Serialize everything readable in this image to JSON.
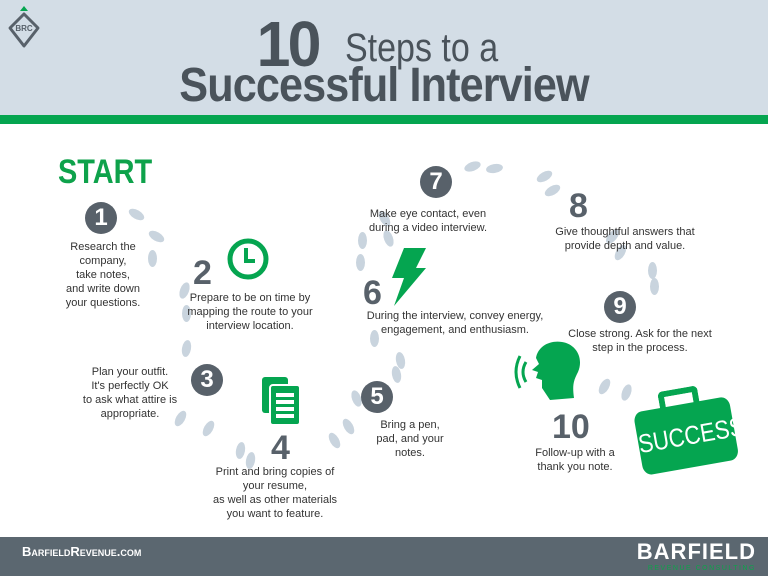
{
  "header": {
    "logo_text": "BRC",
    "title_number": "10",
    "title_line1": "Steps to a",
    "title_line2": "Successful Interview"
  },
  "start_label": "START",
  "steps": [
    {
      "number": "1",
      "lines": [
        "Research the",
        "company,",
        "take notes,",
        "and write down",
        "your questions."
      ]
    },
    {
      "number": "2",
      "icon": "clock-icon",
      "lines": [
        "Prepare to be on time by",
        "mapping the route to your",
        "interview location."
      ]
    },
    {
      "number": "3",
      "lines": [
        "Plan your outfit.",
        "It's perfectly OK",
        "to ask what attire is",
        "appropriate."
      ]
    },
    {
      "number": "4",
      "icon": "documents-icon",
      "lines": [
        "Print and bring copies of",
        "your resume,",
        "as well as other materials",
        "you want to feature."
      ]
    },
    {
      "number": "5",
      "lines": [
        "Bring a pen,",
        "pad, and your",
        "notes."
      ]
    },
    {
      "number": "6",
      "icon": "lightning-bolt-icon",
      "lines": [
        "During the interview, convey energy,",
        "engagement, and enthusiasm."
      ]
    },
    {
      "number": "7",
      "lines": [
        "Make eye contact, even",
        "during a video interview."
      ]
    },
    {
      "number": "8",
      "lines": [
        "Give thoughtful answers that",
        "provide depth and value."
      ]
    },
    {
      "number": "9",
      "lines": [
        "Close strong. Ask for the next",
        "step in the process."
      ]
    },
    {
      "number": "10",
      "icon": "speaking-head-icon",
      "lines": [
        "Follow-up with a",
        "thank you note."
      ]
    }
  ],
  "briefcase_label": "SUCCESS!",
  "footer": {
    "website": "BarfieldRevenue.com",
    "brand_name": "BARFIELD",
    "brand_sub": "REVENUE CONSULTING"
  },
  "colors": {
    "green": "#05a550",
    "dark_gray": "#4a535b",
    "header_bg": "#d3dde6",
    "footer_bg": "#5b6770",
    "footprint": "#c9d4de"
  }
}
